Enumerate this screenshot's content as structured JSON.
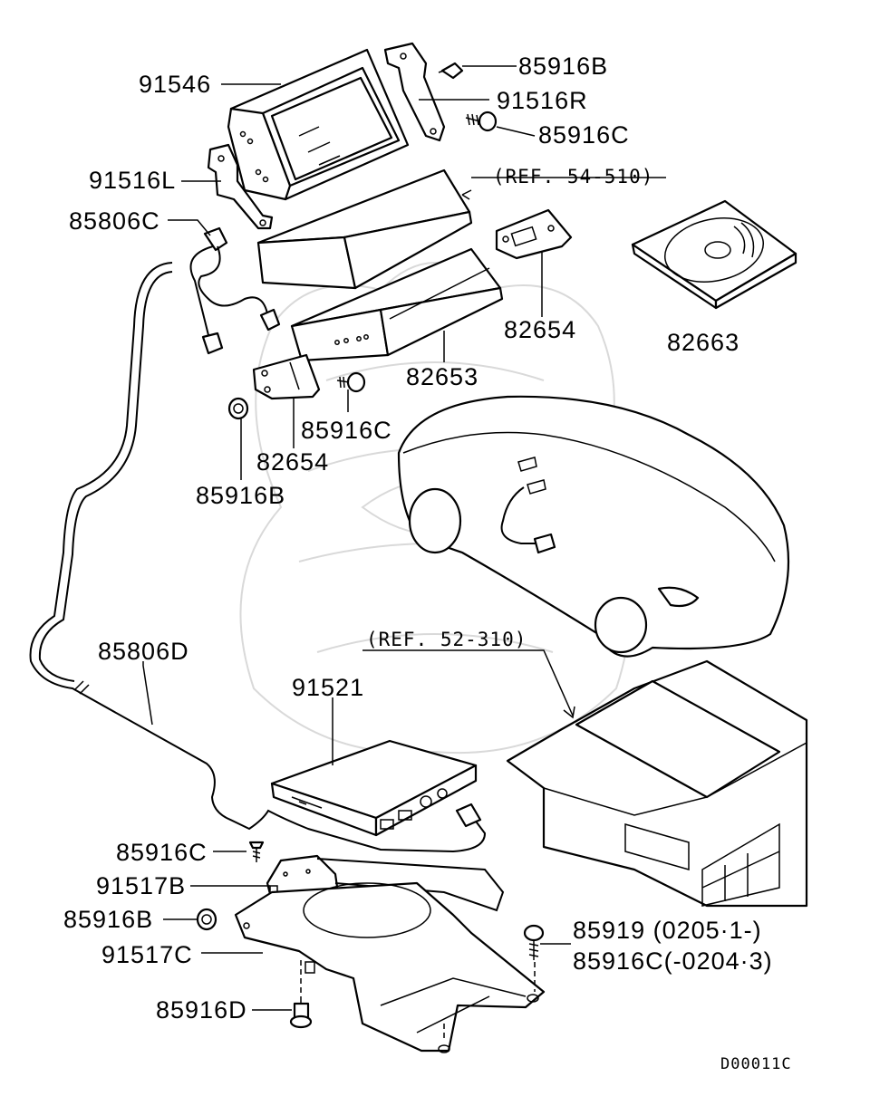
{
  "diagram": {
    "labels": {
      "p91546": "91546",
      "p85916B_top": "85916B",
      "p91516R": "91516R",
      "p85916C_top": "85916C",
      "p91516L": "91516L",
      "ref_54_510": "(REF. 54-510)",
      "p85806C": "85806C",
      "p82654_right": "82654",
      "p82663": "82663",
      "p82653": "82653",
      "p85916C_mid": "85916C",
      "p82654_left": "82654",
      "p85916B_mid": "85916B",
      "p85806D": "85806D",
      "ref_52_310": "(REF. 52-310)",
      "p91521": "91521",
      "p85916C_low": "85916C",
      "p91517B": "91517B",
      "p85916B_low": "85916B",
      "p85919": "85919 (0205·1-)",
      "p91517C": "91517C",
      "p85916C_alt": "85916C(-0204·3)",
      "p85916D": "85916D",
      "diagram_code": "D00011C"
    }
  }
}
